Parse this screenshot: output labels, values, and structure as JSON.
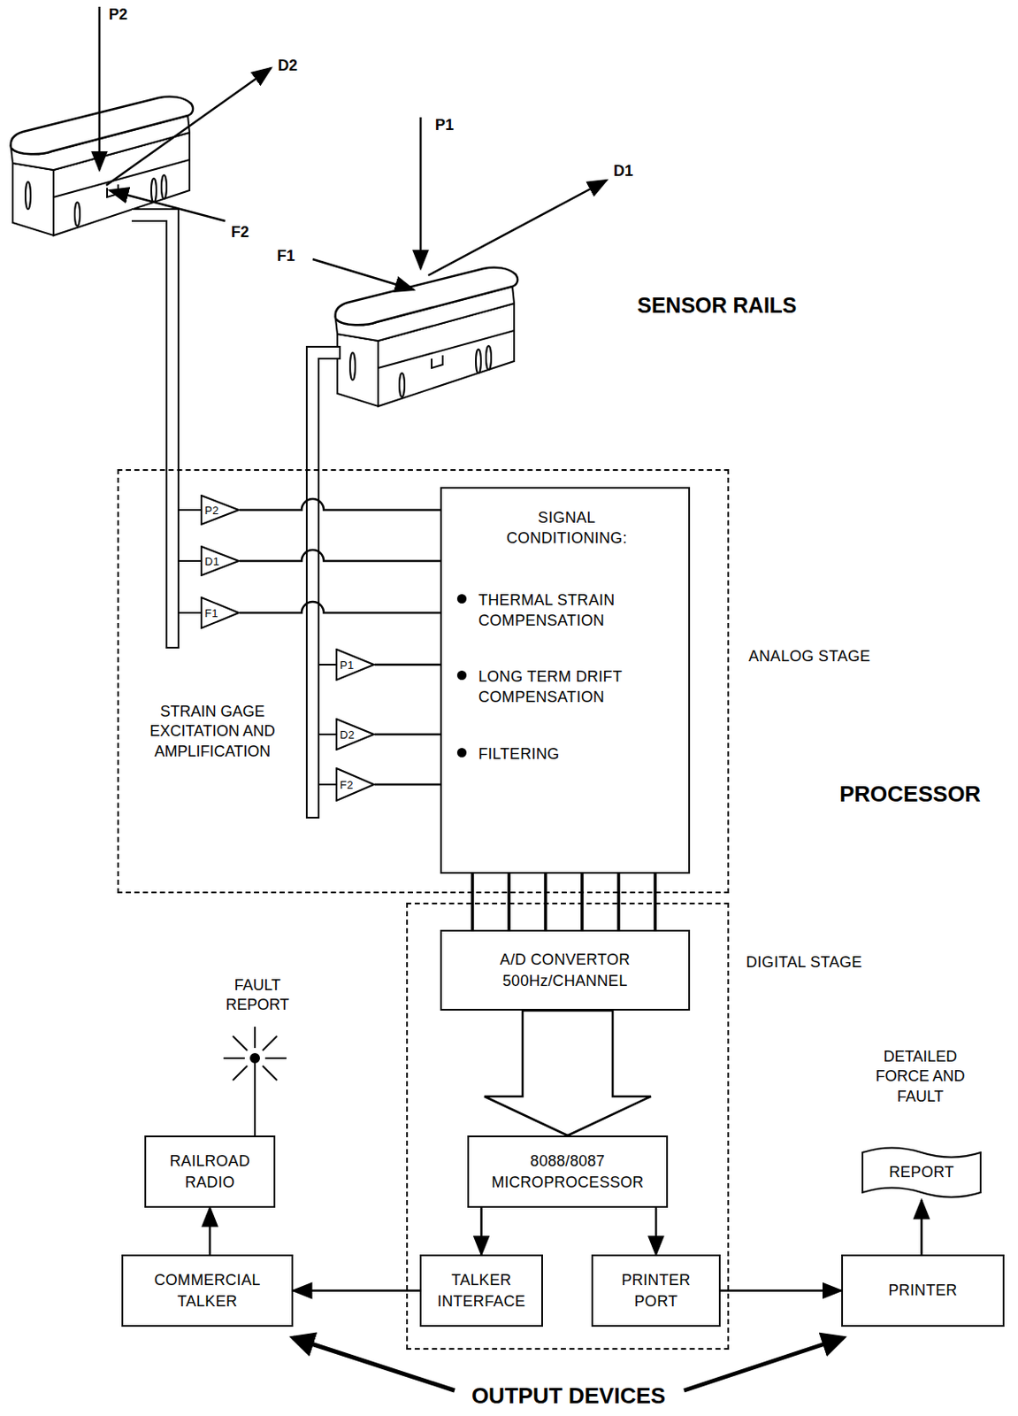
{
  "diagram": {
    "nodes": [
      {
        "text": [
          "ANALOG STAGE"
        ]
      },
      {
        "text": [
          "P2"
        ],
        "in": 0
      },
      {
        "text": [
          "D1"
        ],
        "in": 0
      },
      {
        "text": [
          "F1"
        ],
        "in": 0
      },
      {
        "text": [
          "P1"
        ],
        "in": 0
      },
      {
        "text": [
          "D2"
        ],
        "in": 0
      },
      {
        "text": [
          "F2"
        ],
        "in": 0
      },
      {
        "text": [
          "SIGNAL CONDITIONING:",
          "THERMAL STRAIN COMPENSATION",
          "LONG TERM DRIFT COMPENSATION",
          "FILTERING"
        ],
        "in": 0
      },
      {
        "text": [
          "DIGITAL STAGE"
        ]
      },
      {
        "text": [
          "A/D CONVERTOR 500Hz/CHANNEL"
        ],
        "in": 8
      },
      {
        "text": [
          "8088/8087 MICROPROCESSOR"
        ],
        "in": 8
      },
      {
        "text": [
          "TALKER INTERFACE"
        ],
        "in": 8
      },
      {
        "text": [
          "PRINTER PORT"
        ],
        "in": 8
      },
      {
        "text": [
          "RAILROAD RADIO"
        ]
      },
      {
        "text": [
          "COMMERCIAL TALKER"
        ]
      },
      {
        "text": [
          "REPORT"
        ]
      },
      {
        "text": [
          "PRINTER"
        ]
      }
    ],
    "edges": [
      {
        "from": 1,
        "to": 7,
        "arrow": "none"
      },
      {
        "from": 2,
        "to": 7,
        "arrow": "none"
      },
      {
        "from": 3,
        "to": 7,
        "arrow": "none"
      },
      {
        "from": 4,
        "to": 7,
        "arrow": "none"
      },
      {
        "from": 5,
        "to": 7,
        "arrow": "none"
      },
      {
        "from": 6,
        "to": 7,
        "arrow": "none"
      },
      {
        "from": 7,
        "to": 9,
        "arrow": "none"
      },
      {
        "from": 7,
        "to": 9,
        "arrow": "none"
      },
      {
        "from": 7,
        "to": 9,
        "arrow": "none"
      },
      {
        "from": 7,
        "to": 9,
        "arrow": "none"
      },
      {
        "from": 7,
        "to": 9,
        "arrow": "none"
      },
      {
        "from": 7,
        "to": 9,
        "arrow": "none"
      },
      {
        "from": 9,
        "to": 10,
        "arrow": "to"
      },
      {
        "from": 10,
        "to": 11,
        "arrow": "to"
      },
      {
        "from": 10,
        "to": 12,
        "arrow": "to"
      },
      {
        "from": 11,
        "to": 14,
        "arrow": "to"
      },
      {
        "from": 12,
        "to": 16,
        "arrow": "to"
      },
      {
        "from": 14,
        "to": 13,
        "arrow": "to"
      },
      {
        "from": 16,
        "to": 15,
        "arrow": "to"
      }
    ],
    "labels": [
      "P2",
      "D2",
      "P1",
      "D1",
      "F2",
      "F1",
      "SENSOR RAILS",
      "STRAIN GAGE EXCITATION AND AMPLIFICATION",
      "PROCESSOR",
      "FAULT REPORT",
      "DETAILED FORCE AND FAULT",
      "OUTPUT DEVICES"
    ]
  }
}
